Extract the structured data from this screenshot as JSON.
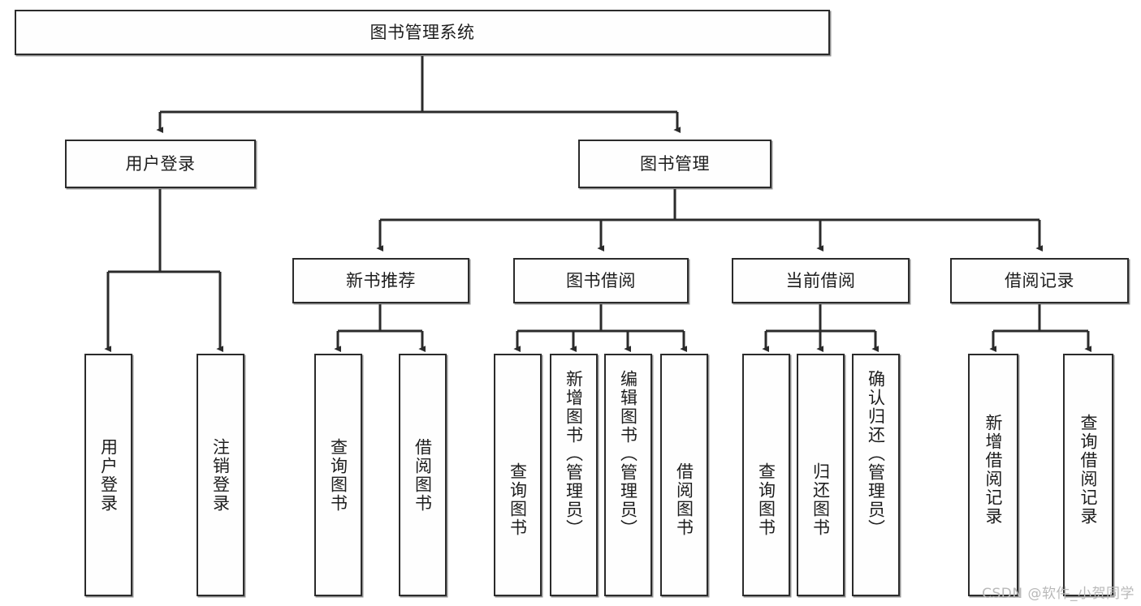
{
  "diagram": {
    "title": "图书管理系统",
    "type": "tree-hierarchy",
    "watermark": "CSDN @软件_小贺同学",
    "colors": {
      "node_border": "#2b2b2b",
      "node_fill": "#fefefe",
      "edge": "#2b2b2b",
      "text": "#1d1d1d",
      "watermark": "#b9b9b9",
      "background": "#ffffff"
    },
    "nodes": {
      "root": {
        "label": "图书管理系统"
      },
      "level2": [
        {
          "id": "user-login",
          "label": "用户登录"
        },
        {
          "id": "book-management",
          "label": "图书管理"
        }
      ],
      "level3": [
        {
          "id": "new-book-recommend",
          "label": "新书推荐"
        },
        {
          "id": "book-borrow",
          "label": "图书借阅"
        },
        {
          "id": "current-borrow",
          "label": "当前借阅"
        },
        {
          "id": "borrow-record",
          "label": "借阅记录"
        }
      ],
      "leaves": {
        "user_login": [
          {
            "id": "leaf-user-login",
            "label": "用户登录"
          },
          {
            "id": "leaf-logout-login",
            "label": "注销登录"
          }
        ],
        "new_book_recommend": [
          {
            "id": "leaf-query-book-1",
            "label": "查询图书"
          },
          {
            "id": "leaf-borrow-book-1",
            "label": "借阅图书"
          }
        ],
        "book_borrow": [
          {
            "id": "leaf-query-book-2",
            "label": "查询图书"
          },
          {
            "id": "leaf-add-book",
            "label": "新增图书（管理员）"
          },
          {
            "id": "leaf-edit-book",
            "label": "编辑图书（管理员）"
          },
          {
            "id": "leaf-borrow-book-2",
            "label": "借阅图书"
          }
        ],
        "current_borrow": [
          {
            "id": "leaf-query-book-3",
            "label": "查询图书"
          },
          {
            "id": "leaf-return-book",
            "label": "归还图书"
          },
          {
            "id": "leaf-confirm-return",
            "label": "确认归还（管理员）"
          }
        ],
        "borrow_record": [
          {
            "id": "leaf-add-record",
            "label": "新增借阅记录"
          },
          {
            "id": "leaf-query-record",
            "label": "查询借阅记录"
          }
        ]
      }
    }
  }
}
